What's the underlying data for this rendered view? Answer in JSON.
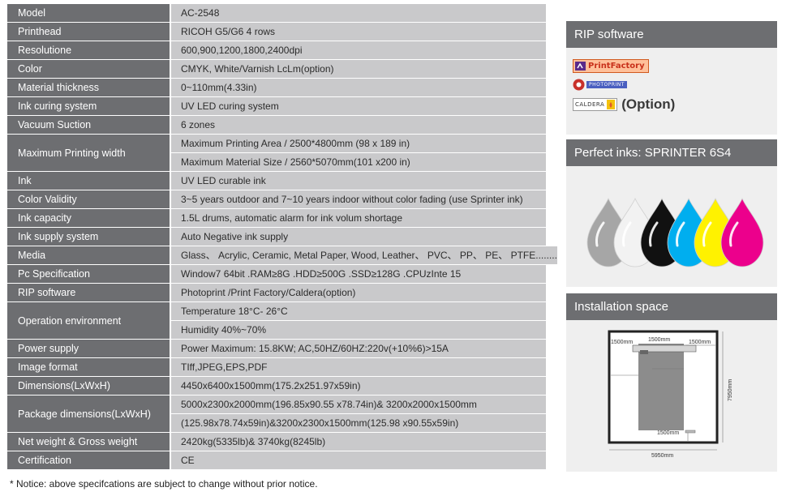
{
  "spec_table": [
    {
      "label": "Model",
      "values": [
        "AC-2548"
      ]
    },
    {
      "label": "Printhead",
      "values": [
        "RICOH G5/G6 4 rows"
      ]
    },
    {
      "label": "Resolutione",
      "values": [
        "600,900,1200,1800,2400dpi"
      ]
    },
    {
      "label": "Color",
      "values": [
        "CMYK, White/Varnish LcLm(option)"
      ]
    },
    {
      "label": "Material thickness",
      "values": [
        "0~110mm(4.33in)"
      ]
    },
    {
      "label": "Ink curing system",
      "values": [
        "UV LED curing system"
      ]
    },
    {
      "label": "Vacuum Suction",
      "values": [
        "6 zones"
      ]
    },
    {
      "label": "Maximum Printing width",
      "values": [
        "Maximum Printing Area / 2500*4800mm (98 x 189 in)",
        "Maximum Material Size / 2560*5070mm(101 x200 in)"
      ]
    },
    {
      "label": "Ink",
      "values": [
        "UV LED curable ink"
      ]
    },
    {
      "label": "Color Validity",
      "values": [
        "3~5 years outdoor and 7~10 years indoor without color fading (use Sprinter ink)"
      ]
    },
    {
      "label": "Ink capacity",
      "values": [
        "1.5L drums, automatic alarm for ink volum shortage"
      ]
    },
    {
      "label": "Ink supply system",
      "values": [
        "Auto Negative ink supply"
      ]
    },
    {
      "label": "Media",
      "values": [
        "Glass、 Acrylic, Ceramic, Metal Paper, Wood, Leather、 PVC、 PP、 PE、 PTFE........"
      ]
    },
    {
      "label": "Pc Specification",
      "values": [
        "Window7 64bit .RAM≥8G .HDD≥500G .SSD≥128G .CPUzInte 15"
      ]
    },
    {
      "label": "RIP software",
      "values": [
        "Photoprint /Print Factory/Caldera(option)"
      ]
    },
    {
      "label": "Operation environment",
      "values": [
        "Temperature 18°C- 26°C",
        "Humidity      40%~70%"
      ]
    },
    {
      "label": "Power supply",
      "values": [
        "Power Maximum: 15.8KW; AC,50HZ/60HZ:220v(+10%6)>15A"
      ]
    },
    {
      "label": "Image format",
      "values": [
        "TIff,JPEG,EPS,PDF"
      ]
    },
    {
      "label": "Dimensions(LxWxH)",
      "values": [
        "4450x6400x1500mm(175.2x251.97x59in)"
      ]
    },
    {
      "label": "Package dimensions(LxWxH)",
      "values": [
        "5000x2300x2000mm(196.85x90.55 x78.74in)& 3200x2000x1500mm",
        "(125.98x78.74x59in)&3200x2300x1500mm(125.98 x90.55x59in)"
      ]
    },
    {
      "label": "Net weight & Gross weight",
      "values": [
        "2420kg(5335lb)& 3740kg(8245lb)"
      ]
    },
    {
      "label": "Certification",
      "values": [
        "CE"
      ]
    }
  ],
  "notice": "* Notice: above specifcations are subject to change without prior notice.",
  "rip_panel": {
    "title": "RIP software",
    "printfactory_logo": "PrintFactory",
    "photoprint_logo": "PHOTOPRINT",
    "caldera_logo": "CALDERA",
    "option_text": "(Option)"
  },
  "inks_panel": {
    "title": "Perfect inks: SPRINTER 6S4",
    "drop_colors": [
      "#a6a6a6",
      "#f2f2f2",
      "#111111",
      "#00aeef",
      "#fff200",
      "#ec008c"
    ]
  },
  "install_panel": {
    "title": "Installation space",
    "labels": {
      "left_top": "1500mm",
      "center_top": "1500mm",
      "right_top": "1500mm",
      "height": "7950mm",
      "bottom": "1500mm",
      "width": "5950mm"
    }
  }
}
